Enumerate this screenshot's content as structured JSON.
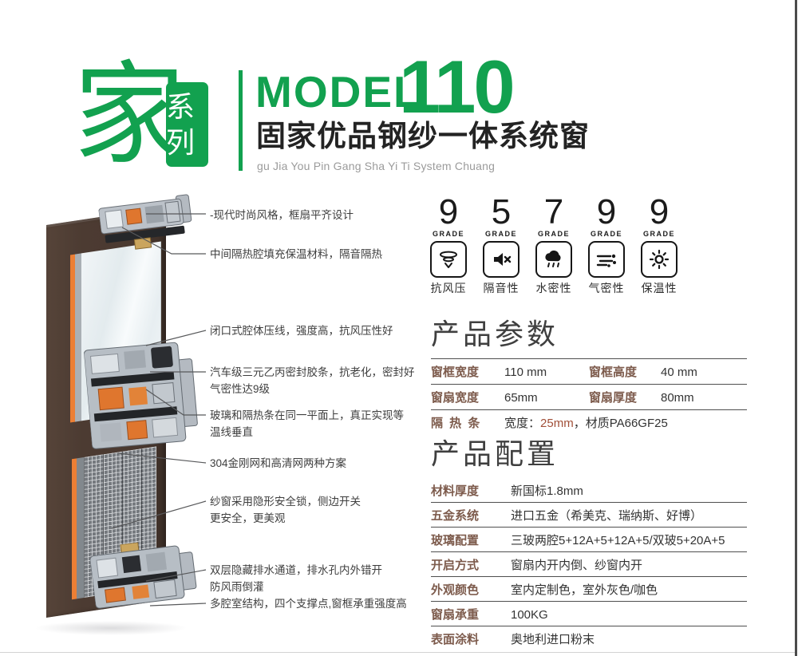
{
  "colors": {
    "accent_green": "#12a14f",
    "label_brown": "#7d5b4c",
    "highlight_red": "#a14f38"
  },
  "header": {
    "series_character": "家",
    "series_box_text": "系列",
    "model_word": "MODEL",
    "model_number": "110",
    "product_title": "固家优品钢纱一体系统窗",
    "product_title_pinyin": "gu Jia You Pin Gang Sha Yi Ti System Chuang"
  },
  "ratings": [
    {
      "grade": "9",
      "grade_word": "GRADE",
      "label": "抗风压",
      "icon": "tornado-icon"
    },
    {
      "grade": "5",
      "grade_word": "GRADE",
      "label": "隔音性",
      "icon": "speaker-muted-icon"
    },
    {
      "grade": "7",
      "grade_word": "GRADE",
      "label": "水密性",
      "icon": "rain-cloud-icon"
    },
    {
      "grade": "9",
      "grade_word": "GRADE",
      "label": "气密性",
      "icon": "air-flow-icon"
    },
    {
      "grade": "9",
      "grade_word": "GRADE",
      "label": "保温性",
      "icon": "sun-insulation-icon"
    }
  ],
  "callouts": [
    {
      "line1": "-现代时尚风格，框扇平齐设计",
      "line2": ""
    },
    {
      "line1": "中间隔热腔填充保温材料，隔音隔热",
      "line2": ""
    },
    {
      "line1": "闭口式腔体压线，强度高，抗风压性好",
      "line2": ""
    },
    {
      "line1": "汽车级三元乙丙密封胶条，抗老化，密封好",
      "line2": "气密性达9级"
    },
    {
      "line1": "玻璃和隔热条在同一平面上，真正实现等",
      "line2": "温线垂直"
    },
    {
      "line1": "304金刚网和高清网两种方案",
      "line2": ""
    },
    {
      "line1": "纱窗采用隐形安全锁，侧边开关",
      "line2": "更安全，更美观"
    },
    {
      "line1": "双层隐藏排水通道，排水孔内外错开",
      "line2": "防风雨倒灌"
    },
    {
      "line1": "多腔室结构，四个支撑点,窗框承重强度高",
      "line2": ""
    }
  ],
  "parameters": {
    "title": "产品参数",
    "rows": [
      {
        "label1": "窗框宽度",
        "value1": "110 mm",
        "label2": "窗框高度",
        "value2": "40 mm"
      },
      {
        "label1": "窗扇宽度",
        "value1": "65mm",
        "label2": "窗扇厚度",
        "value2": "80mm"
      }
    ],
    "insulation": {
      "label": "隔 热 条",
      "prefix": "宽度：",
      "width": "25mm",
      "suffix": "，材质PA66GF25"
    }
  },
  "configuration": {
    "title": "产品配置",
    "rows": [
      {
        "label": "材料厚度",
        "value": "新国标1.8mm"
      },
      {
        "label": "五金系统",
        "value": "进口五金（希美克、瑞纳斯、好博）"
      },
      {
        "label": "玻璃配置",
        "value": "三玻两腔5+12A+5+12A+5/双玻5+20A+5"
      },
      {
        "label": "开启方式",
        "value": "窗扇内开内倒、纱窗内开"
      },
      {
        "label": "外观颜色",
        "value": "室内定制色，室外灰色/咖色"
      },
      {
        "label": "窗扇承重",
        "value": "100KG"
      },
      {
        "label": "表面涂料",
        "value": "奥地利进口粉末"
      }
    ]
  }
}
